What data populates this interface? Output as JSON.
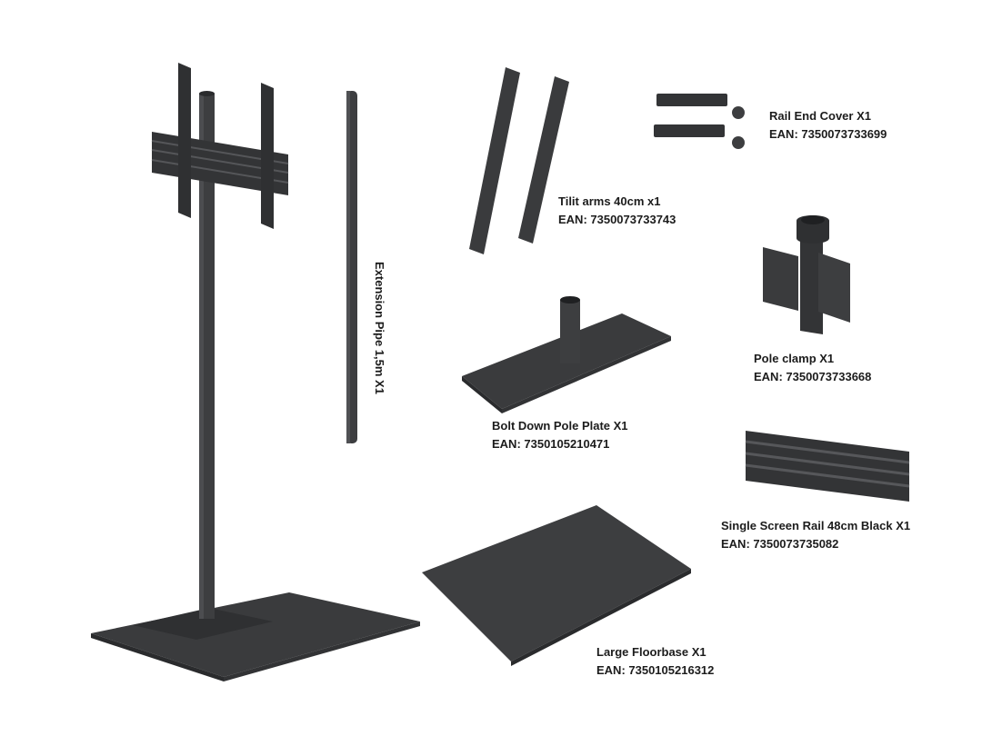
{
  "colors": {
    "metal": "#3d3e40",
    "metal_dark": "#2a2b2d",
    "metal_light": "#5a5b5e",
    "background": "#ffffff"
  },
  "components": {
    "extension_pipe": {
      "name": "Extension Pipe 1,5m X1"
    },
    "rail_end_cover": {
      "name": "Rail End Cover X1",
      "ean": "EAN: 7350073733699"
    },
    "tilt_arms": {
      "name": "Tilit arms 40cm x1",
      "ean": "EAN: 7350073733743"
    },
    "pole_clamp": {
      "name": "Pole clamp X1",
      "ean": "EAN: 7350073733668"
    },
    "bolt_down_plate": {
      "name": "Bolt Down Pole Plate  X1",
      "ean": "EAN: 7350105210471"
    },
    "screen_rail": {
      "name": "Single Screen Rail 48cm Black X1",
      "ean": "EAN: 7350073735082"
    },
    "large_floorbase": {
      "name": "Large Floorbase X1",
      "ean": "EAN: 7350105216312"
    }
  }
}
